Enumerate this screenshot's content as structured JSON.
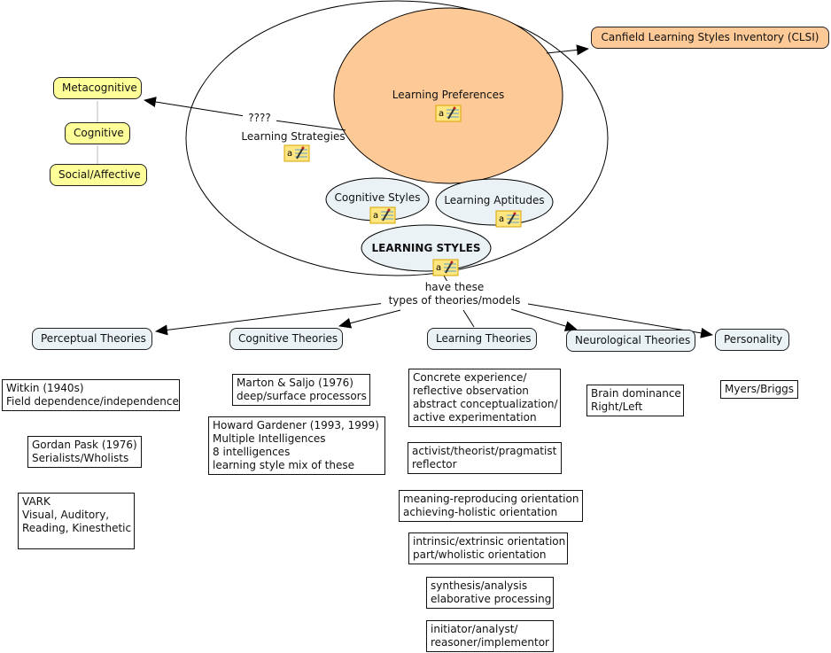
{
  "colors": {
    "concept_yellow": "#ffff99",
    "concept_orange": "#fdc996",
    "concept_blue": "#eaf2f5",
    "line": "#000000",
    "note_icon": "#f5c83a"
  },
  "ellipses": {
    "learning_preferences": "Learning Preferences",
    "cognitive_styles": "Cognitive Styles",
    "learning_aptitudes": "Learning Aptitudes",
    "learning_styles": "LEARNING STYLES"
  },
  "free_labels": {
    "learning_strategies": "Learning Strategies",
    "question_link": "????",
    "have_these": "have these\ntypes of theories/models"
  },
  "strategy_types": [
    "Metacognitive",
    "Cognitive",
    "Social/Affective"
  ],
  "inventory": "Canfield Learning Styles Inventory (CLSI)",
  "theories": [
    {
      "label": "Perceptual Theories",
      "examples": [
        "Witkin (1940s)\nField dependence/independence",
        "Gordan Pask (1976)\nSerialists/Wholists",
        "VARK\nVisual, Auditory,\nReading, Kinesthetic\n "
      ]
    },
    {
      "label": "Cognitive Theories",
      "examples": [
        "Marton & Saljo (1976)\ndeep/surface processors",
        "Howard Gardener (1993, 1999)\nMultiple Intelligences\n8 intelligences\nlearning style mix of these"
      ]
    },
    {
      "label": "Learning Theories",
      "examples": [
        "Concrete experience/\nreflective observation\nabstract conceptualization/\nactive experimentation",
        "activist/theorist/pragmatist\nreflector",
        "meaning-reproducing orientation\nachieving-holistic orientation",
        "intrinsic/extrinsic orientation\npart/wholistic orientation",
        "synthesis/analysis\nelaborative processing",
        "initiator/analyst/\nreasoner/implementor"
      ]
    },
    {
      "label": "Neurological Theories",
      "examples": [
        "Brain dominance\nRight/Left"
      ]
    },
    {
      "label": "Personality",
      "examples": [
        "Myers/Briggs"
      ]
    }
  ]
}
